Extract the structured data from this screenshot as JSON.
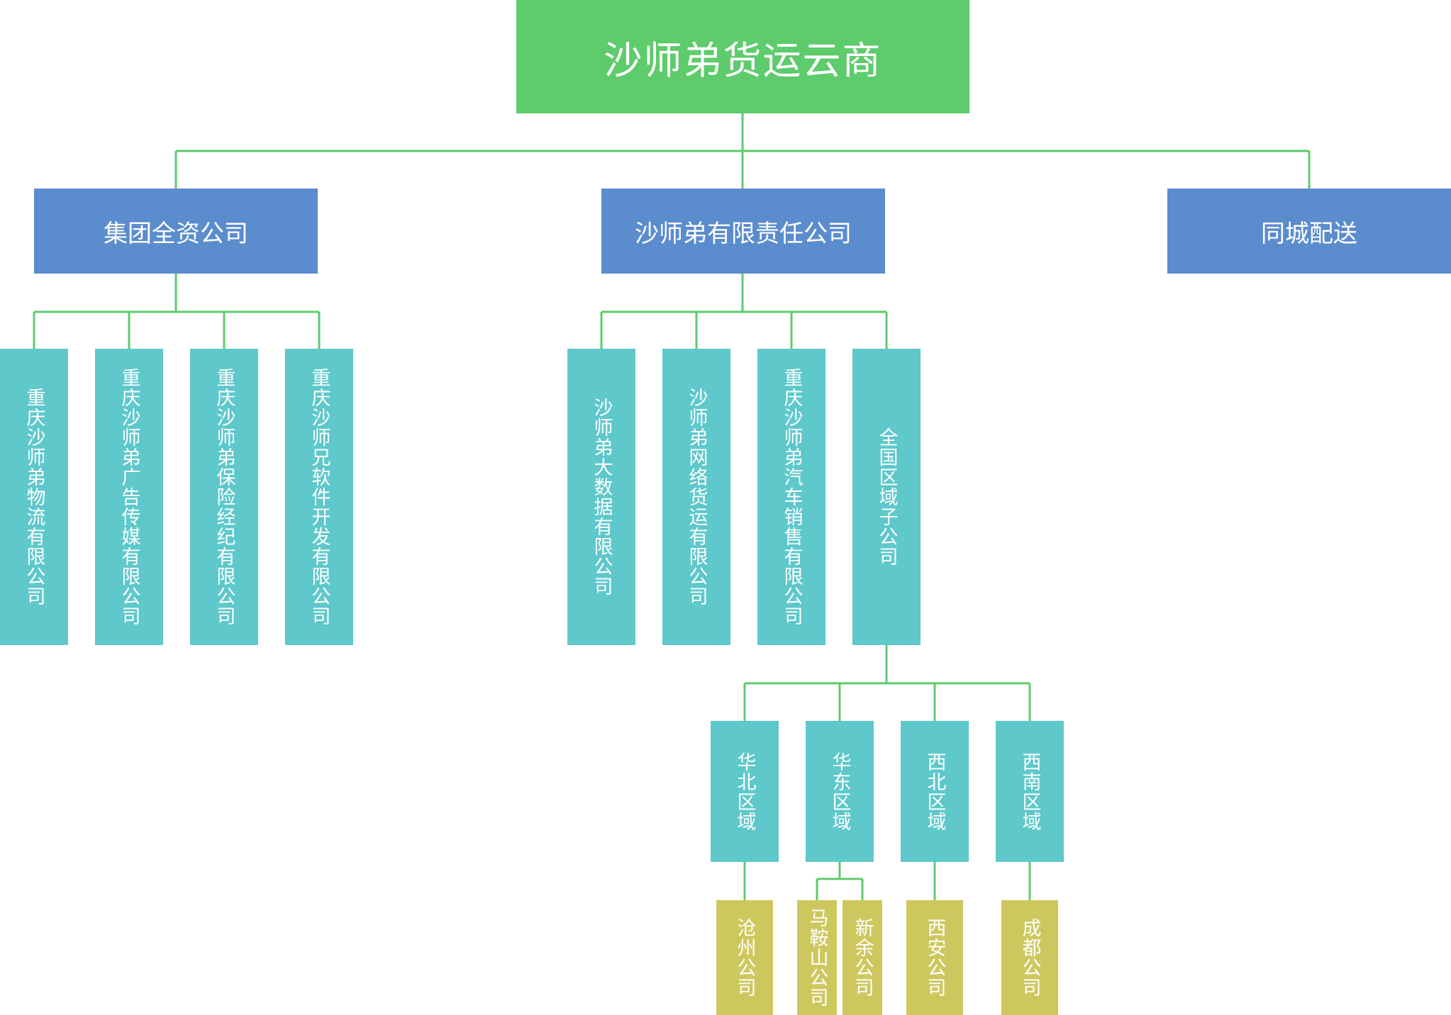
{
  "root": {
    "label": "沙师弟货运云商"
  },
  "level1": {
    "group": "集团全资公司",
    "limited": "沙师弟有限责任公司",
    "city": "同城配送"
  },
  "group_children": [
    "重庆沙师弟物流有限公司",
    "重庆沙师弟广告传媒有限公司",
    "重庆沙师弟保险经纪有限公司",
    "重庆沙师兄软件开发有限公司"
  ],
  "limited_children": [
    "沙师弟大数据有限公司",
    "沙师弟网络货运有限公司",
    "重庆沙师弟汽车销售有限公司",
    "全国区域子公司"
  ],
  "regions": [
    "华北区域",
    "华东区域",
    "西北区域",
    "西南区域"
  ],
  "branches": [
    "沧州公司",
    "马鞍山公司",
    "新余公司",
    "西安公司",
    "成都公司"
  ],
  "colors": {
    "root": "#5ecb6c",
    "level1": "#5b8ccd",
    "level2": "#5ec8cb",
    "level4": "#cdc85e",
    "connector": "#5ecb6c"
  }
}
